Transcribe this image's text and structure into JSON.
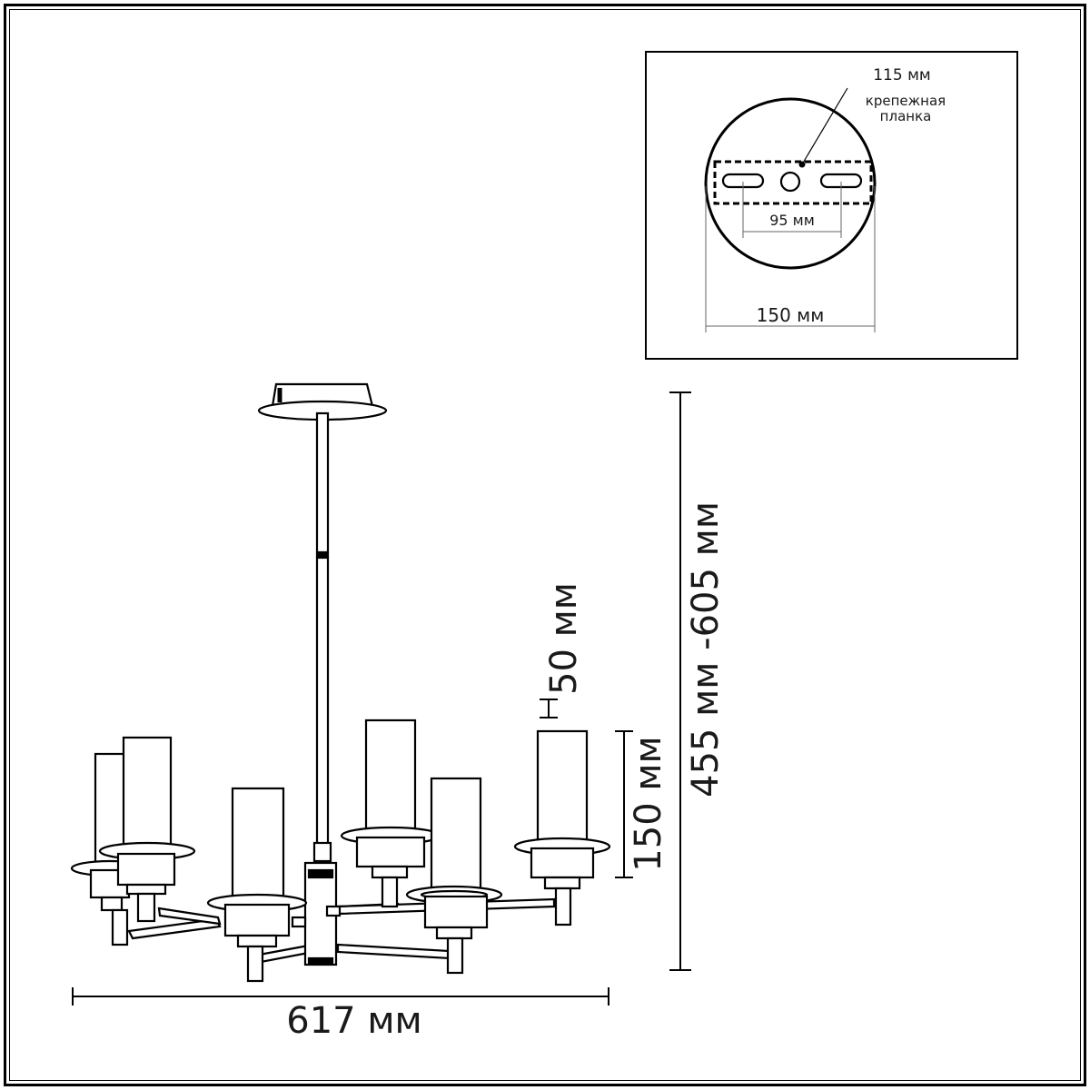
{
  "mount_plate": {
    "label_115": "115 мм",
    "label_bracket_line1": "крепежная",
    "label_bracket_line2": "планка",
    "label_95": "95 мм",
    "label_150": "150 мм"
  },
  "dimensions": {
    "height_range": "455 мм -605 мм",
    "shade_height": "150 мм",
    "shade_diameter": "50 мм",
    "width": "617 мм"
  }
}
